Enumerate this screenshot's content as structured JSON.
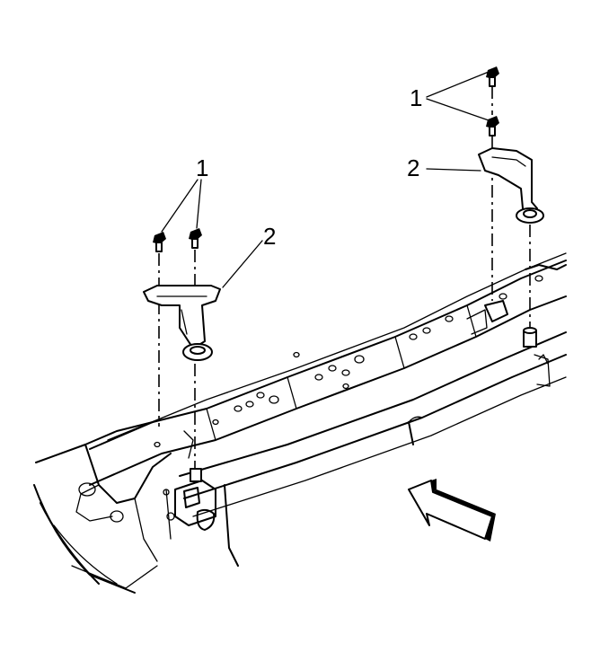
{
  "diagram": {
    "callouts": [
      {
        "id": "1",
        "label": "1"
      },
      {
        "id": "2",
        "label": "2"
      },
      {
        "id": "1",
        "label": "1"
      },
      {
        "id": "2",
        "label": "2"
      }
    ],
    "parts": {
      "bolt": "bolt",
      "bracket": "bracket"
    },
    "direction_arrow_icon": "front-arrow-icon"
  }
}
